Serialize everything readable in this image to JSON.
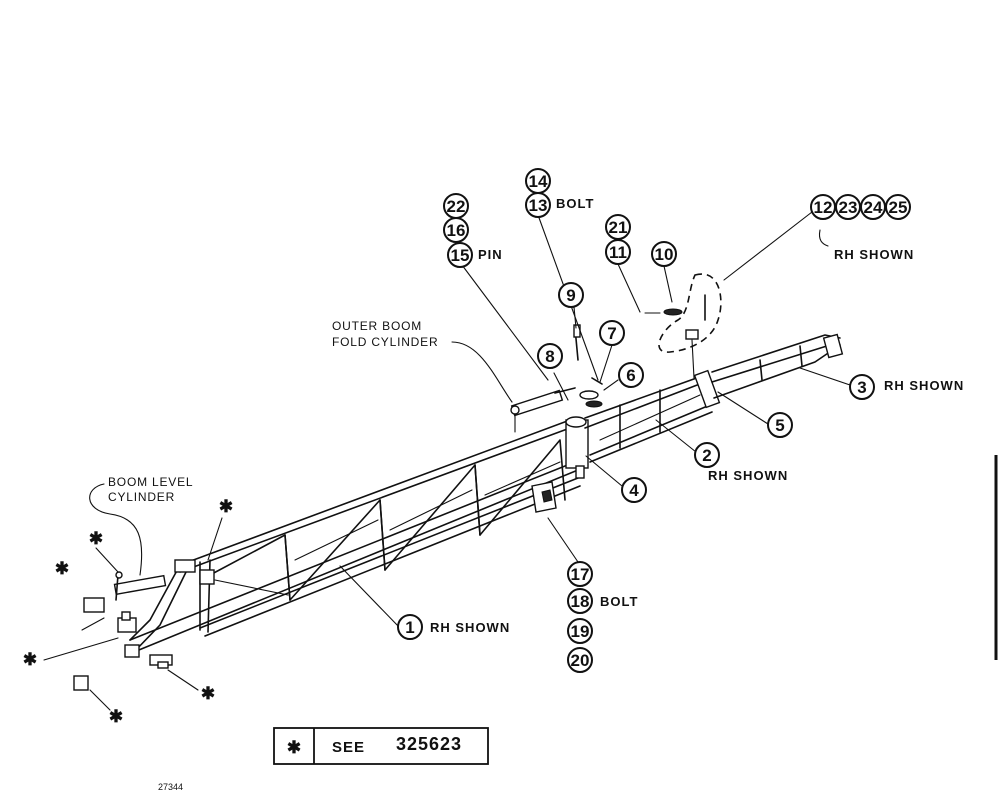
{
  "callouts": {
    "c1": "1",
    "c2": "2",
    "c3": "3",
    "c4": "4",
    "c5": "5",
    "c6": "6",
    "c7": "7",
    "c8": "8",
    "c9": "9",
    "c10": "10",
    "c11": "11",
    "c12": "12",
    "c13": "13",
    "c14": "14",
    "c15": "15",
    "c16": "16",
    "c17": "17",
    "c18": "18",
    "c19": "19",
    "c20": "20",
    "c21": "21",
    "c22": "22",
    "c23": "23",
    "c24": "24",
    "c25": "25"
  },
  "labels": {
    "rh_shown": "RH SHOWN",
    "bolt": "BOLT",
    "pin": "PIN",
    "outer_boom_line1": "OUTER BOOM",
    "outer_boom_line2": "FOLD CYLINDER",
    "boom_level_line1": "BOOM LEVEL",
    "boom_level_line2": "CYLINDER"
  },
  "asterisk": "✱",
  "legend": {
    "symbol": "✱",
    "see": "SEE",
    "ref": "325623"
  },
  "drawing_number": "27344"
}
